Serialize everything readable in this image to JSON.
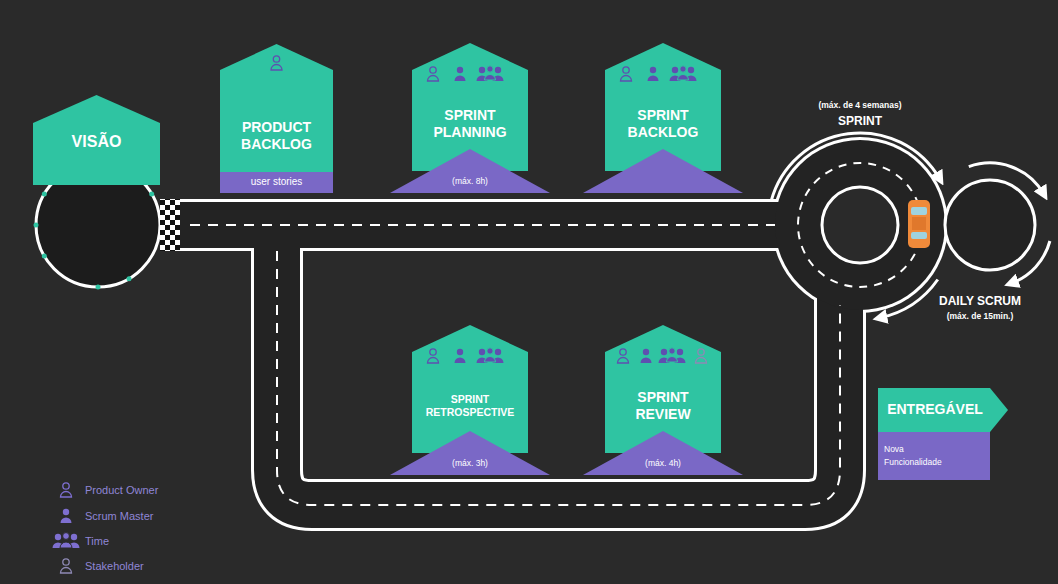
{
  "diagram": {
    "nodes": [
      {
        "text": [
          "VISÃO"
        ]
      },
      {
        "text": [
          "PRODUCT BACKLOG",
          "user stories"
        ]
      },
      {
        "text": [
          "SPRINT PLANNING",
          "(máx. 8h)"
        ]
      },
      {
        "text": [
          "SPRINT BACKLOG"
        ]
      },
      {
        "text": [
          "SPRINT RETROSPECTIVE",
          "(máx. 3h)"
        ]
      },
      {
        "text": [
          "SPRINT REVIEW",
          "(máx. 4h)"
        ]
      },
      {
        "text": [
          "ENTREGÁVEL",
          "Nova Funcionalidade"
        ]
      }
    ],
    "labels": [
      "(máx. de 4 semanas)",
      "SPRINT",
      "DAILY SCRUM",
      "(máx. de 15min.)"
    ],
    "legend": [
      {
        "text": "Product Owner"
      },
      {
        "text": "Scrum Master"
      },
      {
        "text": "Time"
      },
      {
        "text": "Stakeholder"
      }
    ]
  }
}
